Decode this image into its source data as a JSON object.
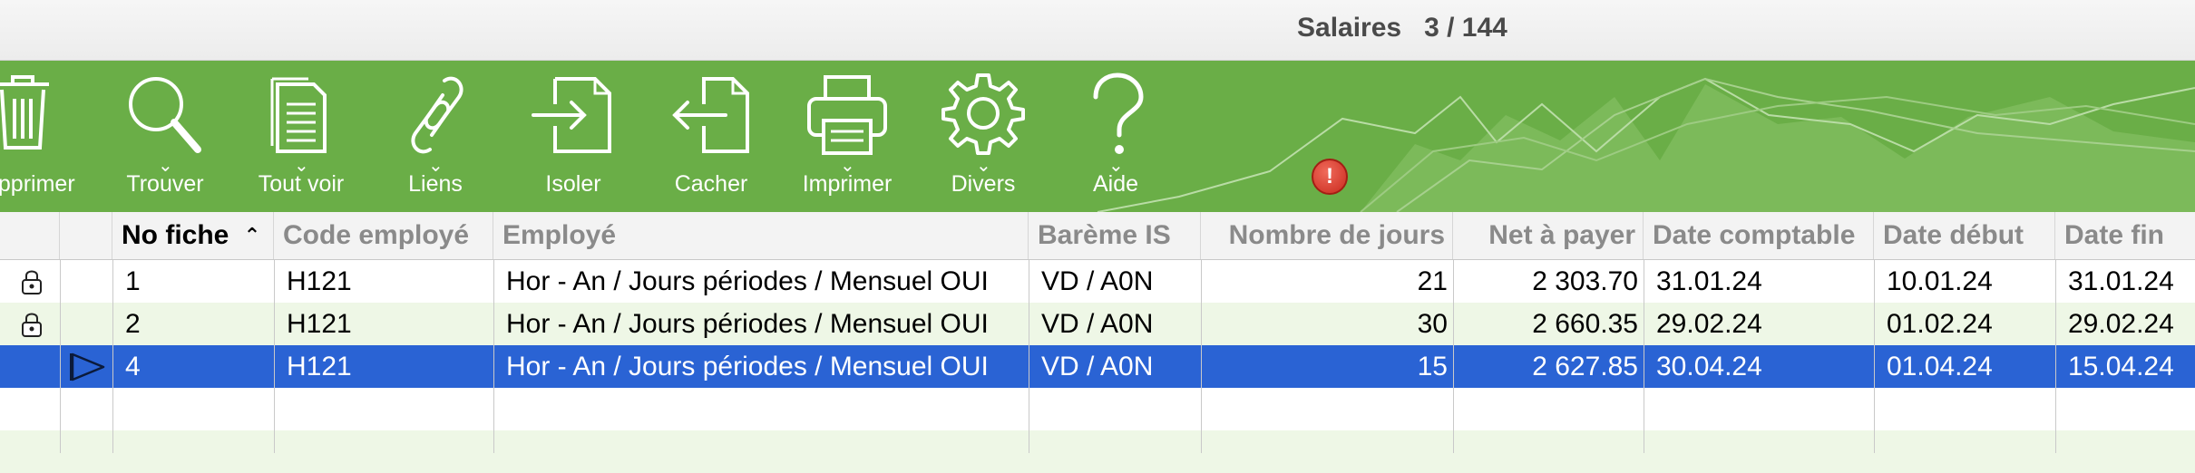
{
  "window": {
    "title": "Salaires   3 / 144"
  },
  "toolbar": {
    "items": [
      {
        "label": "Supprimer",
        "icon": "trash-icon"
      },
      {
        "label": "Trouver",
        "icon": "search-icon"
      },
      {
        "label": "Tout voir",
        "icon": "document-list-icon"
      },
      {
        "label": "Liens",
        "icon": "link-icon"
      },
      {
        "label": "Isoler",
        "icon": "isolate-icon"
      },
      {
        "label": "Cacher",
        "icon": "hide-icon"
      },
      {
        "label": "Imprimer",
        "icon": "printer-icon"
      },
      {
        "label": "Divers",
        "icon": "gear-icon"
      },
      {
        "label": "Aide",
        "icon": "help-icon"
      }
    ],
    "alert_badge": "!",
    "colors": {
      "background": "#6aae47",
      "selection": "#2a63d4",
      "alt_row": "#eef7e6"
    }
  },
  "table": {
    "columns": [
      {
        "label": "",
        "key": "lock"
      },
      {
        "label": "",
        "key": "pointer"
      },
      {
        "label": "No fiche",
        "sort_indicator": "^"
      },
      {
        "label": "Code employé"
      },
      {
        "label": "Employé"
      },
      {
        "label": "Barème IS"
      },
      {
        "label": "Nombre de jours"
      },
      {
        "label": "Net à payer"
      },
      {
        "label": "Date comptable"
      },
      {
        "label": "Date début"
      },
      {
        "label": "Date fin"
      }
    ],
    "rows": [
      {
        "locked": true,
        "selected": false,
        "no_fiche": "1",
        "code": "H121",
        "employe": "Hor - An / Jours périodes / Mensuel OUI",
        "bareme": "VD / A0N",
        "jours": "21",
        "net": "2 303.70",
        "date_comptable": "31.01.24",
        "date_debut": "10.01.24",
        "date_fin": "31.01.24"
      },
      {
        "locked": true,
        "selected": false,
        "no_fiche": "2",
        "code": "H121",
        "employe": "Hor - An / Jours périodes / Mensuel OUI",
        "bareme": "VD / A0N",
        "jours": "30",
        "net": "2 660.35",
        "date_comptable": "29.02.24",
        "date_debut": "01.02.24",
        "date_fin": "29.02.24"
      },
      {
        "locked": false,
        "selected": true,
        "no_fiche": "4",
        "code": "H121",
        "employe": "Hor - An / Jours périodes / Mensuel OUI",
        "bareme": "VD / A0N",
        "jours": "15",
        "net": "2 627.85",
        "date_comptable": "30.04.24",
        "date_debut": "01.04.24",
        "date_fin": "15.04.24"
      }
    ]
  }
}
